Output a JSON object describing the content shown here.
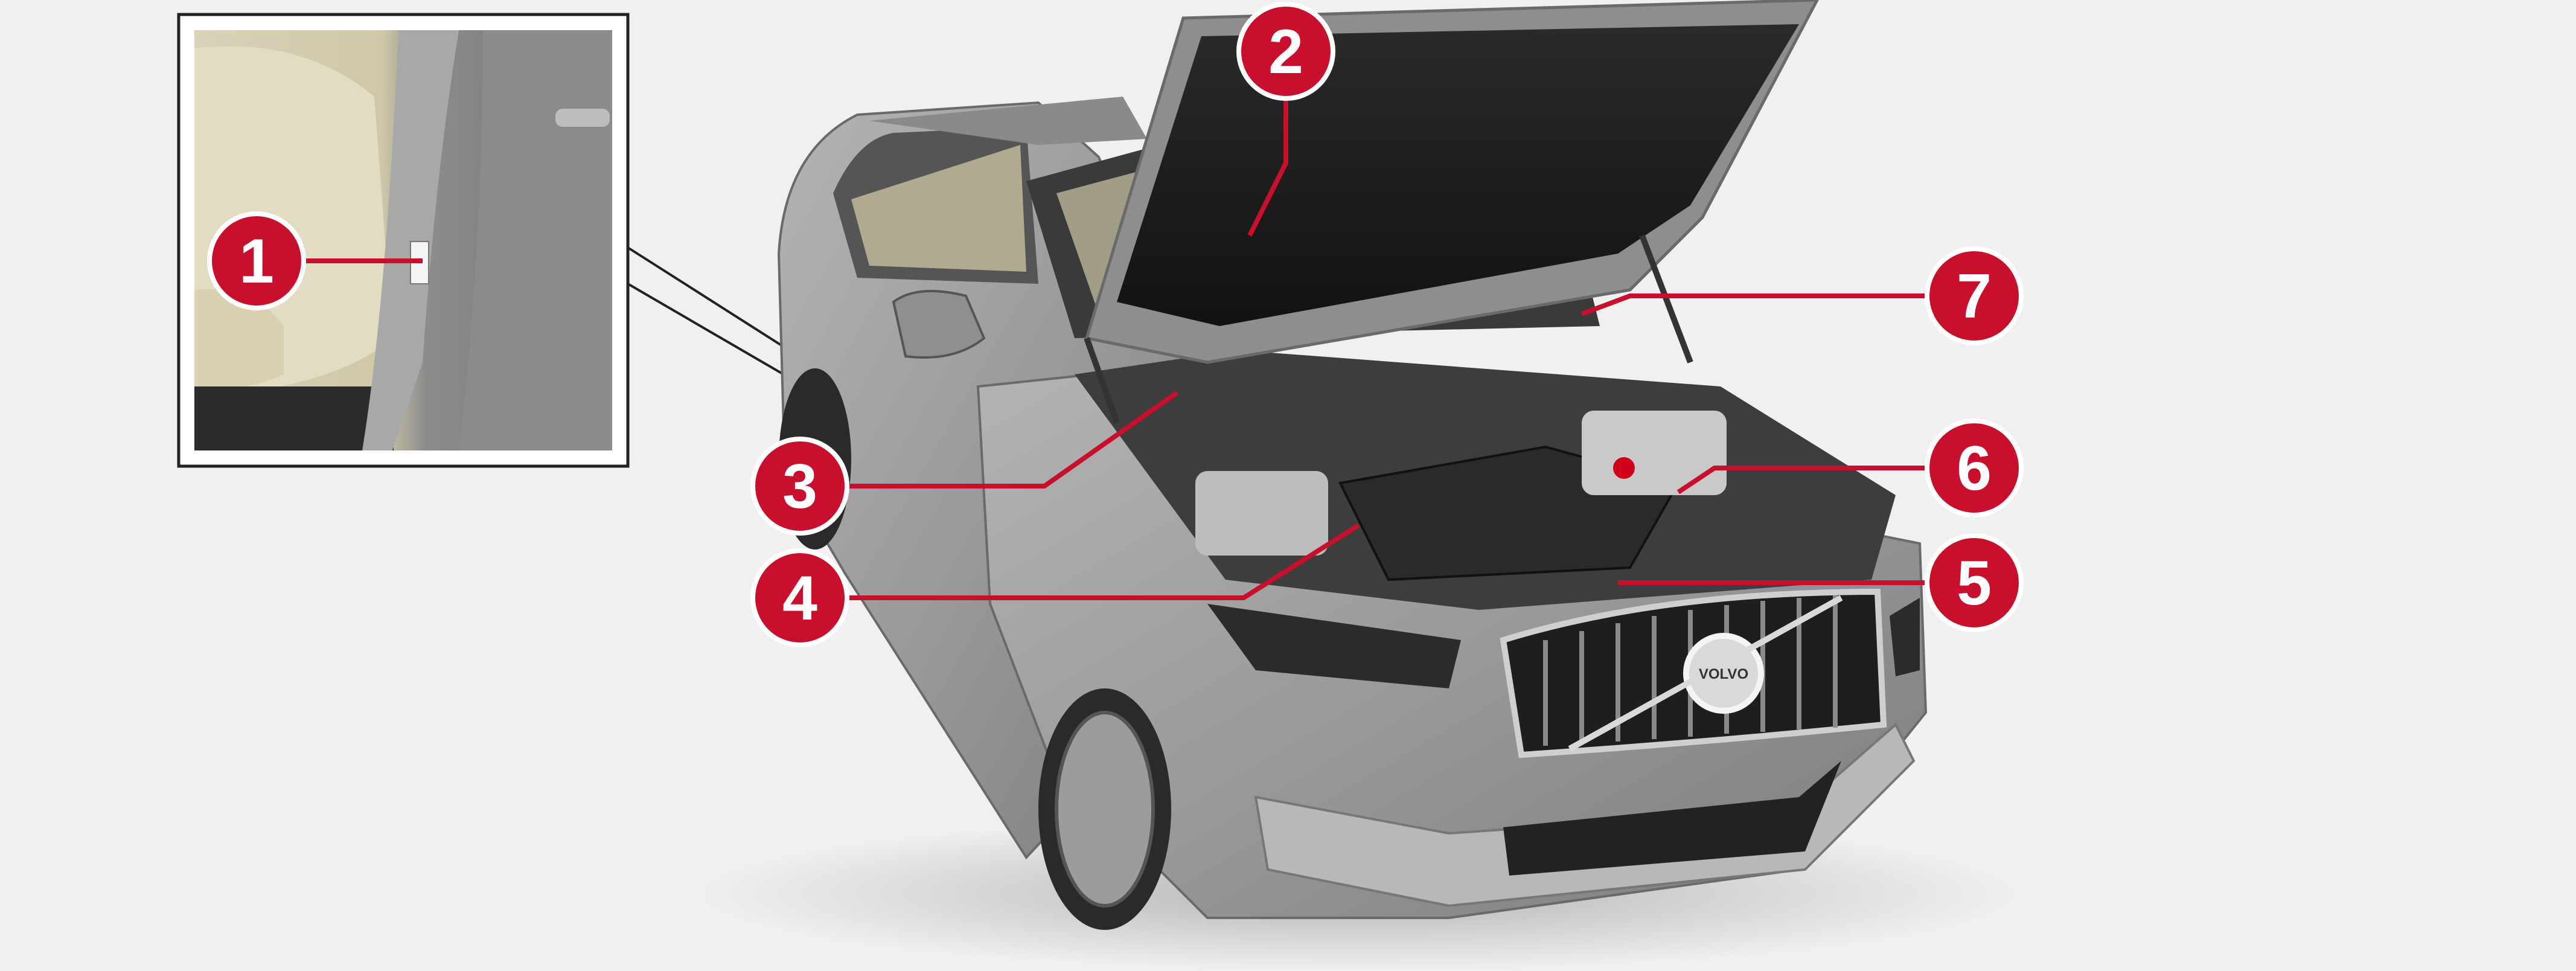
{
  "callouts": [
    {
      "number": "1",
      "target": "door pillar label"
    },
    {
      "number": "2",
      "target": "underside of hood"
    },
    {
      "number": "3",
      "target": "hood front edge"
    },
    {
      "number": "4",
      "target": "engine cover"
    },
    {
      "number": "5",
      "target": "front cross member"
    },
    {
      "number": "6",
      "target": "engine bay right side"
    },
    {
      "number": "7",
      "target": "hood gas strut area"
    }
  ],
  "colors": {
    "background": "#f0f0f0",
    "callout_fill": "#c8102e",
    "callout_text": "#ffffff",
    "leader_line": "#c8102e",
    "car_body": "#9e9e9e",
    "inset_border": "#222222"
  },
  "brand_badge_text": "VOLVO"
}
